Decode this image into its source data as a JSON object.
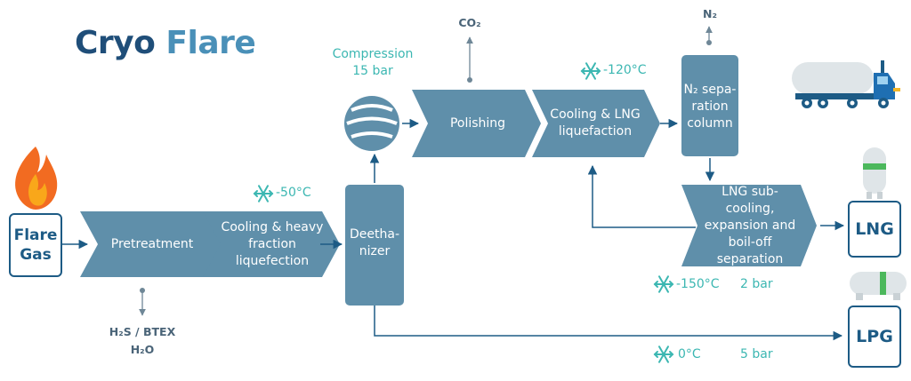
{
  "title": {
    "part1": "Cryo",
    "part2": "Flare"
  },
  "input": {
    "label": "Flare Gas"
  },
  "steps": {
    "pretreatment": "Pretreatment",
    "cooling1": "Cooling & heavy fraction liquefection",
    "deethanizer": "Deetha- nizer",
    "polishing": "Polishing",
    "cooling2": "Cooling & LNG liquefaction",
    "n2column": "N₂ sepa- ration column",
    "subcooling": "LNG sub-cooling, expansion and boil-off separation"
  },
  "compression": {
    "label": "Compression",
    "pressure": "15 bar"
  },
  "removed": {
    "h2s": "H₂S / BTEX",
    "h2o": "H₂O",
    "co2": "CO₂",
    "n2": "N₂"
  },
  "conditions": {
    "cool1_temp": "-50°C",
    "cool2_temp": "-120°C",
    "lng_temp": "-150°C",
    "lng_pressure": "2 bar",
    "lpg_temp": "0°C",
    "lpg_pressure": "5 bar"
  },
  "outputs": {
    "lng": "LNG",
    "lpg": "LPG"
  },
  "colors": {
    "process": "#5f8faa",
    "arrow": "#1d5b85",
    "teal": "#3cb7b2",
    "flame_outer": "#f26b21",
    "flame_inner": "#f9a71a"
  }
}
